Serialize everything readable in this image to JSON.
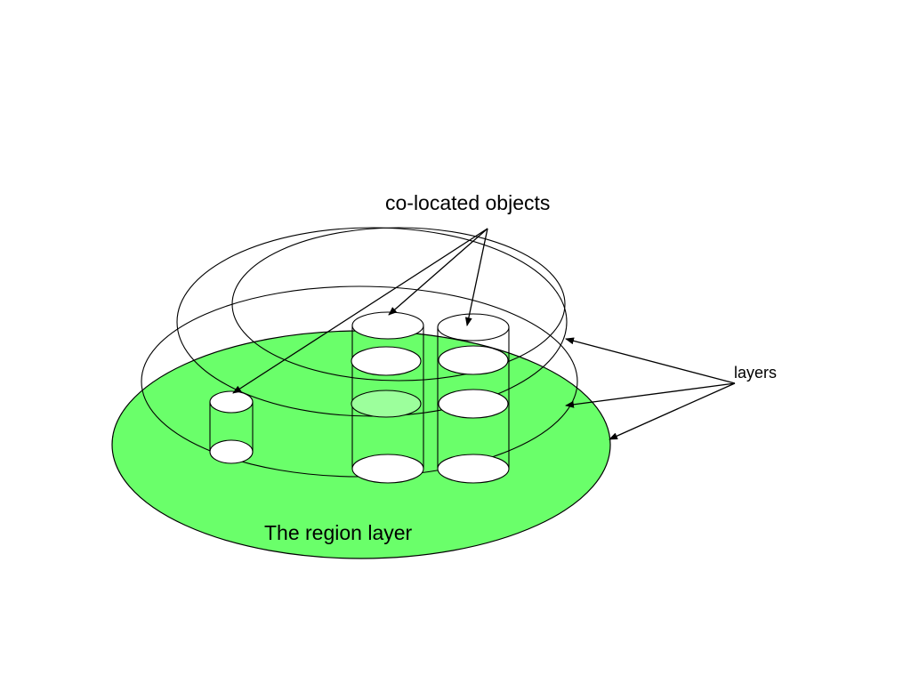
{
  "labels": {
    "colocated": "co-located objects",
    "layers": "layers",
    "region": "The region layer"
  },
  "colors": {
    "region_fill": "#6aff6a",
    "highlight_cap": "#9cff9c",
    "cap_fill": "#ffffff",
    "stroke": "#000000"
  }
}
